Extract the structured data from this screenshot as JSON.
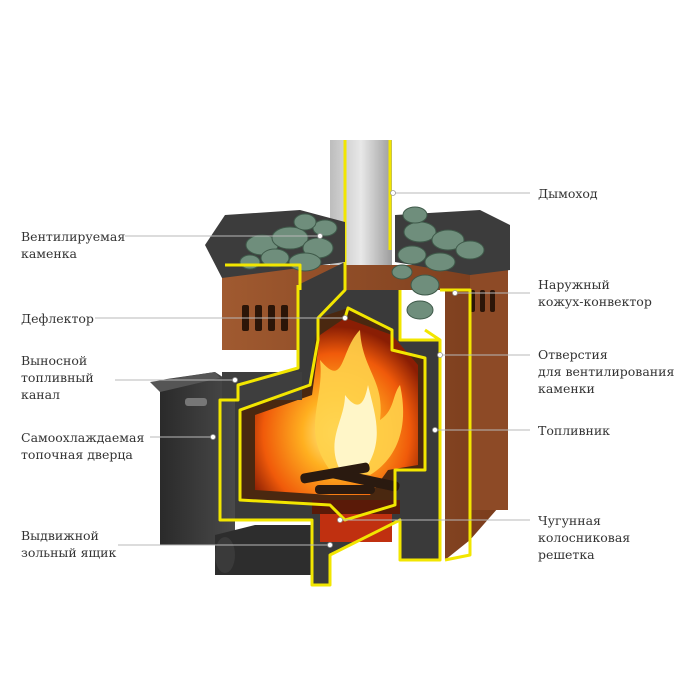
{
  "labels": {
    "left": [
      {
        "id": "ventilated-stones",
        "lines": [
          "Вентилируемая",
          "каменка"
        ]
      },
      {
        "id": "deflector",
        "lines": [
          "Дефлектор"
        ]
      },
      {
        "id": "fuel-channel",
        "lines": [
          "Выносной",
          "топливный",
          "канал"
        ]
      },
      {
        "id": "fire-door",
        "lines": [
          "Самоохлаждаемая",
          "топочная дверца"
        ]
      },
      {
        "id": "ash-drawer",
        "lines": [
          "Выдвижной",
          "зольный ящик"
        ]
      }
    ],
    "right": [
      {
        "id": "chimney",
        "lines": [
          "Дымоход"
        ]
      },
      {
        "id": "outer-casing",
        "lines": [
          "Наружный",
          "кожух-конвектор"
        ]
      },
      {
        "id": "vent-holes",
        "lines": [
          "Отверстия",
          "для вентилирования",
          "каменки"
        ]
      },
      {
        "id": "firebox",
        "lines": [
          "Топливник"
        ]
      },
      {
        "id": "grate",
        "lines": [
          "Чугунная",
          "колосниковая",
          "решетка"
        ]
      }
    ]
  },
  "colors": {
    "outline": "#f2e600",
    "body": "#3a3a3a",
    "casing": "#8a4a26",
    "fire": "#ff7a10",
    "stones": "#6f8e7c",
    "leader": "#b8b8b8",
    "text": "#333333"
  }
}
